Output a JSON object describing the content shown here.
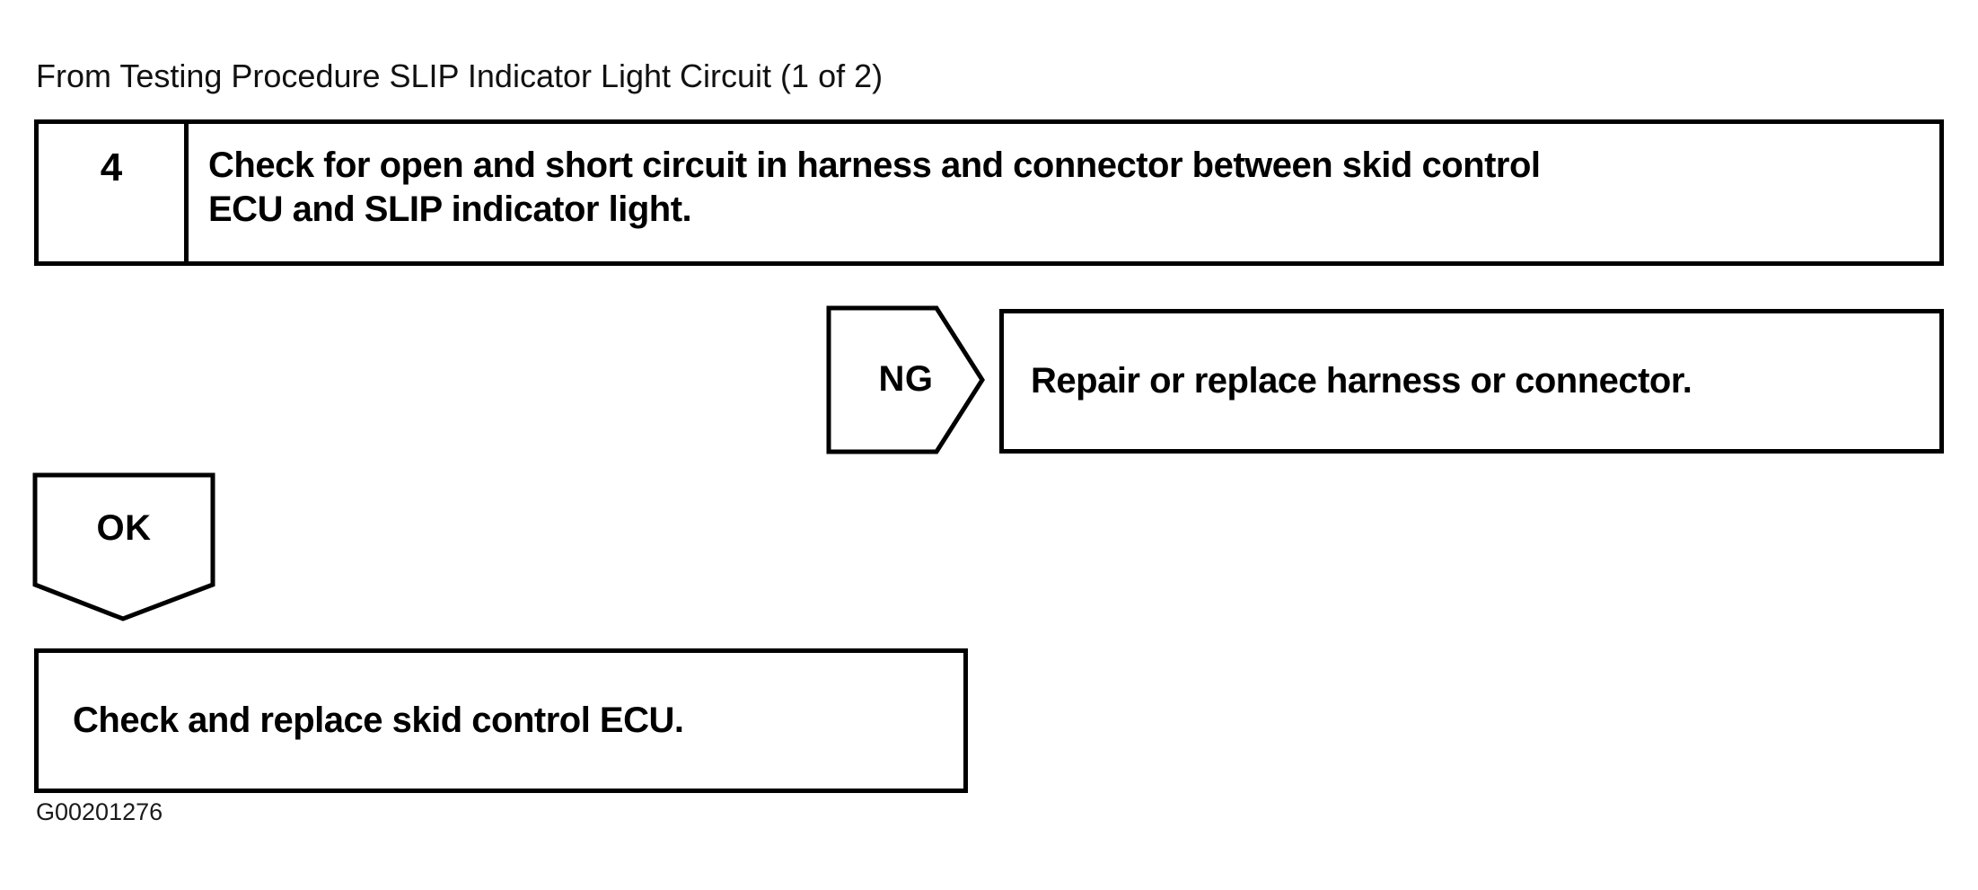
{
  "colors": {
    "ink": "#000000",
    "paper": "#ffffff"
  },
  "page": {
    "header": "From Testing Procedure SLIP Indicator Light Circuit (1 of 2)",
    "figure_id": "G00201276"
  },
  "flowchart": {
    "step": {
      "number": "4",
      "instruction_lines": [
        "Check for open and short circuit in harness and connector between skid control",
        "ECU and SLIP indicator light."
      ]
    },
    "ng": {
      "label": "NG",
      "result": "Repair or replace harness or connector."
    },
    "ok": {
      "label": "OK",
      "result": "Check and replace skid control ECU."
    }
  }
}
